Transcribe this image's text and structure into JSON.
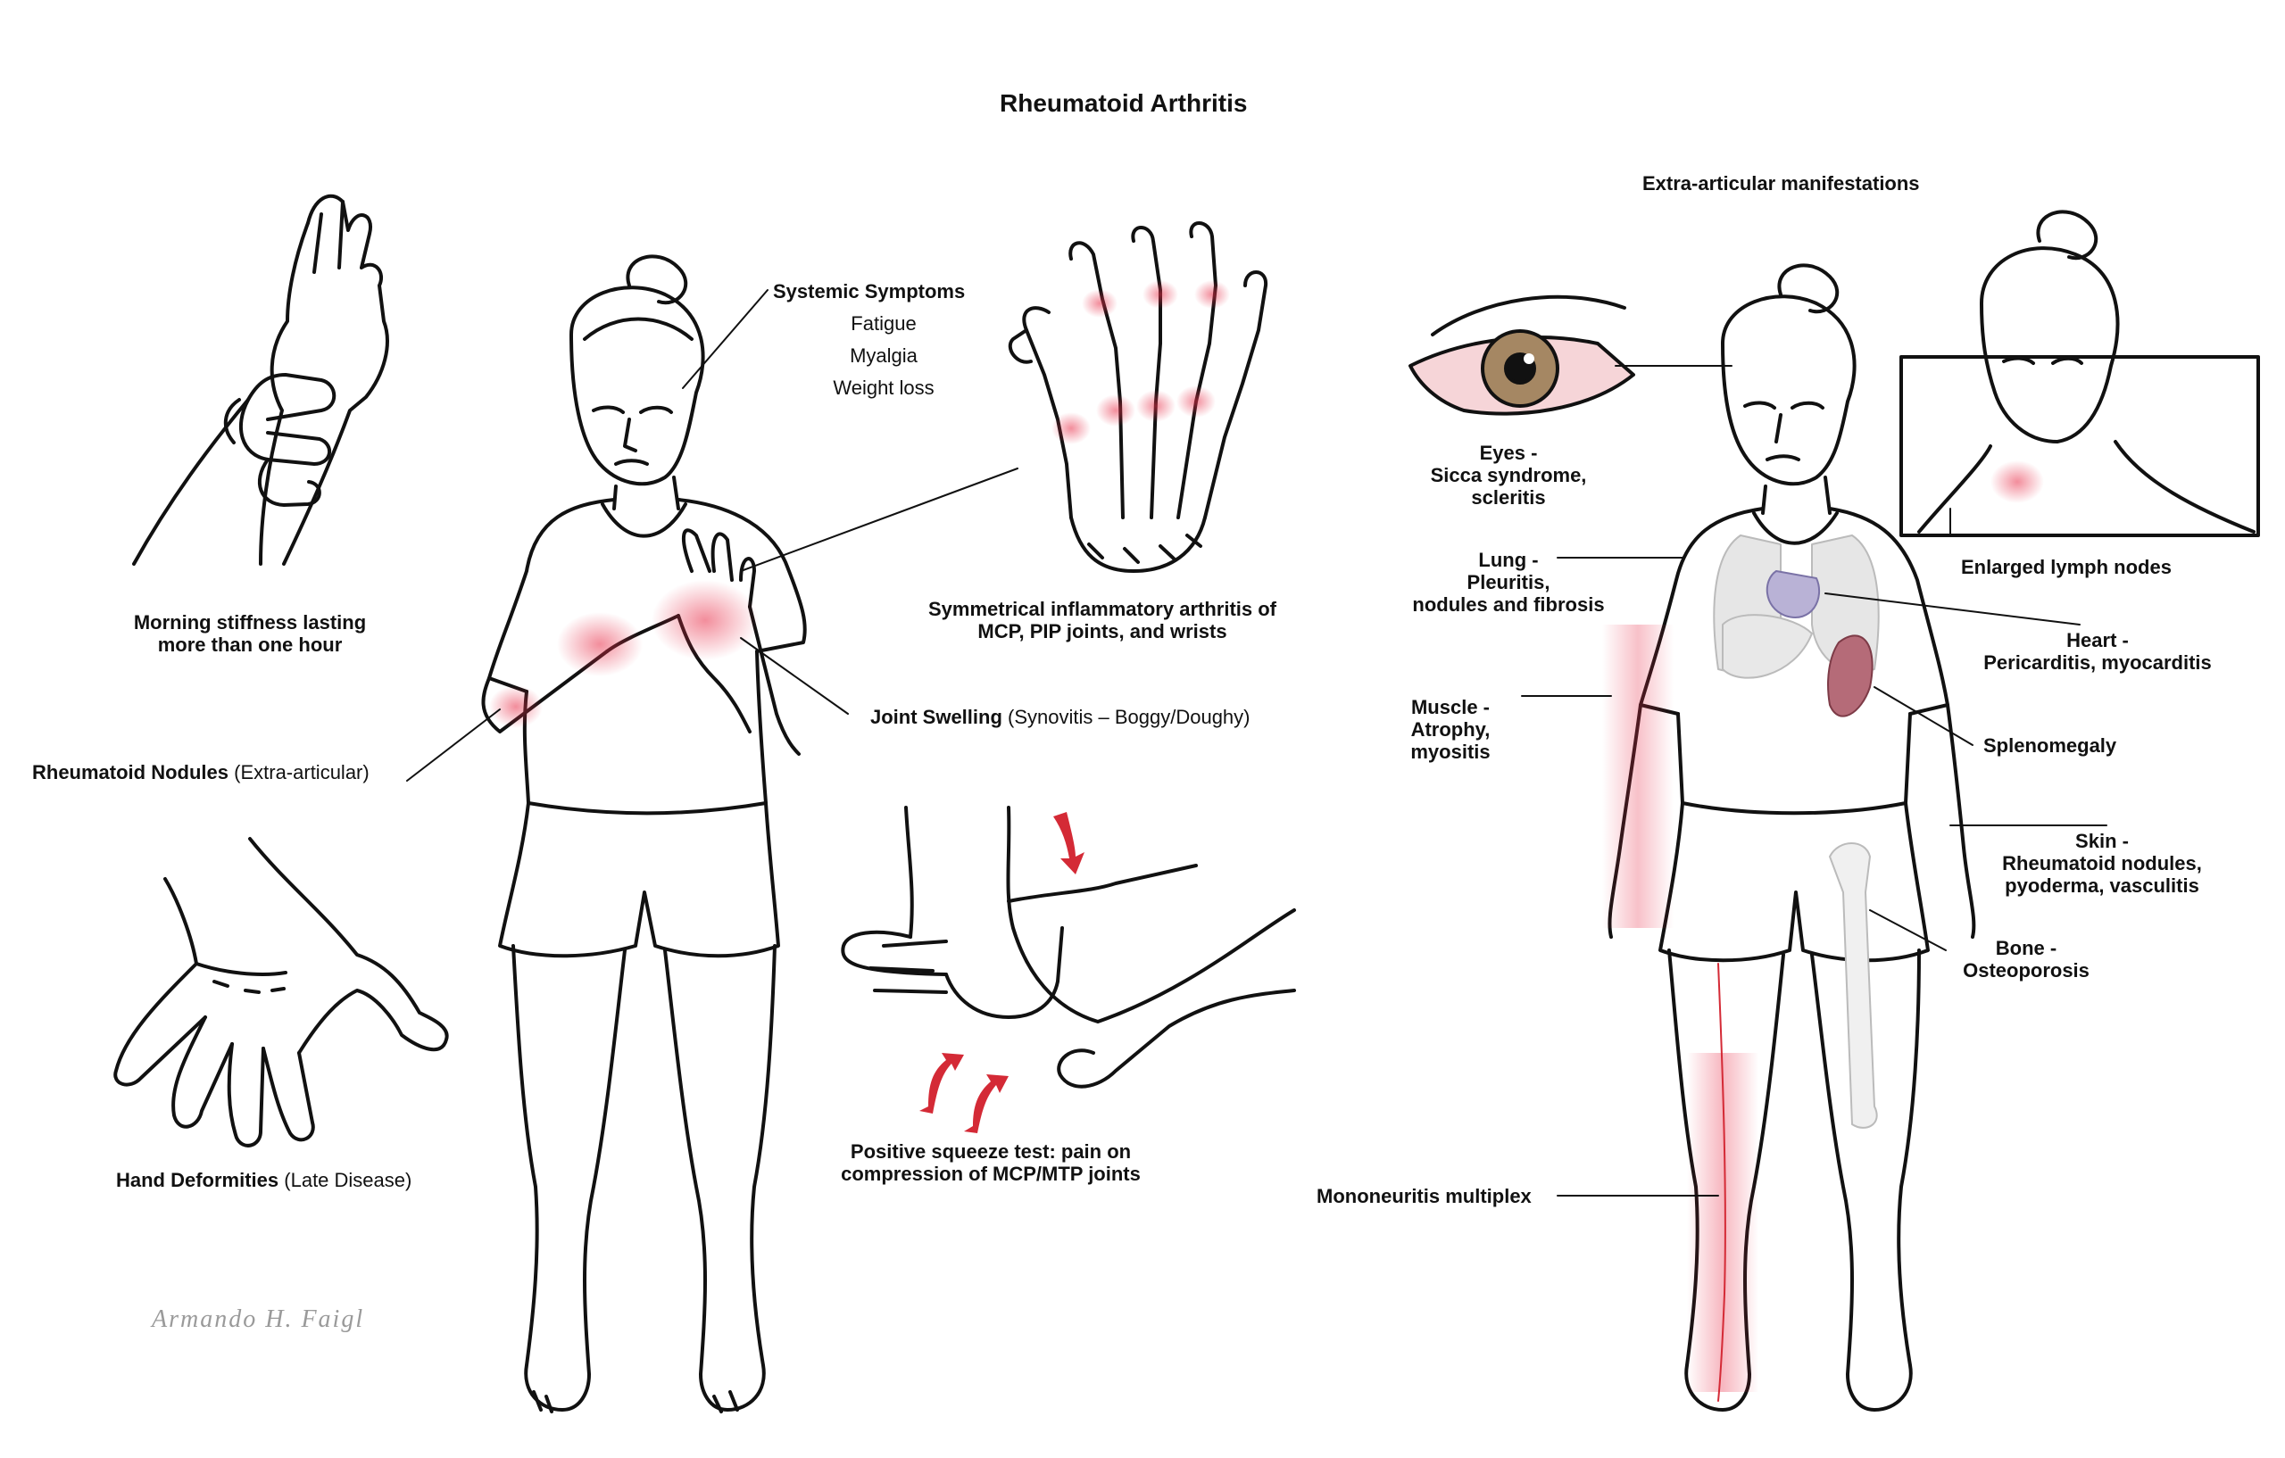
{
  "title": "Rheumatoid Arthritis",
  "colors": {
    "inflammation": "#e8304a",
    "arrow": "#d42a36",
    "line": "#111111",
    "organ": "#d9d9d9",
    "heart": "#b9b2d6",
    "spleen": "#b56b78"
  },
  "left_panel": {
    "systemic": {
      "heading": "Systemic Symptoms",
      "items": [
        "Fatigue",
        "Myalgia",
        "Weight loss"
      ]
    },
    "morning_stiffness": {
      "line1": "Morning stiffness lasting",
      "line2": "more than one hour"
    },
    "symmetrical": {
      "line1": "Symmetrical inflammatory arthritis of",
      "line2": "MCP, PIP joints, and wrists"
    },
    "joint_swelling": {
      "bold": "Joint Swelling",
      "normal": " (Synovitis – Boggy/Doughy)"
    },
    "nodules": {
      "bold": "Rheumatoid Nodules",
      "normal": " (Extra-articular)"
    },
    "deformities": {
      "bold": "Hand Deformities",
      "normal": " (Late Disease)"
    },
    "squeeze": {
      "line1": "Positive squeeze test: pain on",
      "line2": "compression of MCP/MTP joints"
    },
    "signature": "Armando H. Faigl"
  },
  "right_panel": {
    "heading": "Extra-articular manifestations",
    "eyes": {
      "line1": "Eyes -",
      "line2": "Sicca syndrome,",
      "line3": "scleritis"
    },
    "lung": {
      "line1": "Lung -",
      "line2": "Pleuritis,",
      "line3": "nodules and fibrosis"
    },
    "muscle": {
      "line1": "Muscle -",
      "line2": "Atrophy,",
      "line3": "myositis"
    },
    "lymph": "Enlarged lymph nodes",
    "heart": {
      "line1": "Heart -",
      "line2": "Pericarditis, myocarditis"
    },
    "spleen": "Splenomegaly",
    "skin": {
      "line1": "Skin -",
      "line2": "Rheumatoid nodules,",
      "line3": "pyoderma, vasculitis"
    },
    "bone": {
      "line1": "Bone -",
      "line2": "Osteoporosis"
    },
    "nerve": "Mononeuritis multiplex"
  }
}
